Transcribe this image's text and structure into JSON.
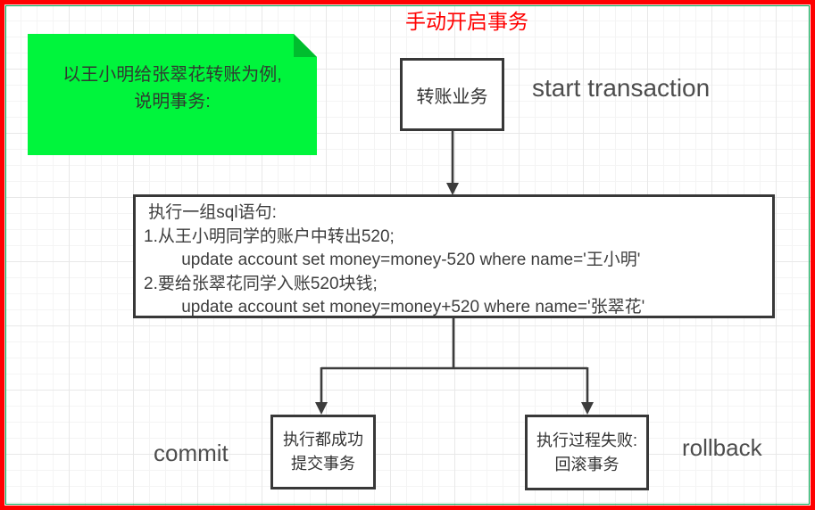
{
  "title": "手动开启事务",
  "colors": {
    "frame_red": "#ff0000",
    "frame_green": "#00a651",
    "note_green": "#00f53c",
    "note_fold_green": "#00bd2e",
    "line_dark": "#3c3c3c",
    "label_gray": "#4d4d4d"
  },
  "note": {
    "line1": "以王小明给张翠花转账为例,",
    "line2": "说明事务:"
  },
  "flow": {
    "start_box_label": "转账业务",
    "start_label": "start transaction",
    "sql_box": {
      "lines": [
        " 执行一组sql语句:",
        "1.从王小明同学的账户中转出520;",
        "        update account set money=money-520 where name='王小明'",
        "2.要给张翠花同学入账520块钱;",
        "        update account set money=money+520 where name='张翠花'"
      ]
    },
    "commit_box": {
      "line1": "执行都成功",
      "line2": "提交事务"
    },
    "commit_label": "commit",
    "rollback_box": {
      "line1": "执行过程失败:",
      "line2": "回滚事务"
    },
    "rollback_label": "rollback"
  }
}
